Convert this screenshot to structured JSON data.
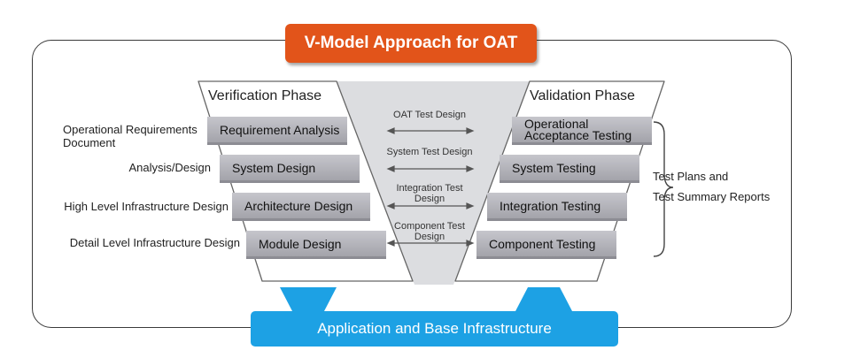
{
  "title": "V-Model Approach for OAT",
  "verification": {
    "title": "Verification Phase",
    "steps": [
      "Requirement Analysis",
      "System Design",
      "Architecture Design",
      "Module Design"
    ],
    "labels": [
      "Operational Requirements Document",
      "Analysis/Design",
      "High Level Infrastructure Design",
      "Detail Level Infrastructure Design"
    ]
  },
  "validation": {
    "title": "Validation Phase",
    "steps": [
      "Operational Acceptance Testing",
      "System Testing",
      "Integration Testing",
      "Component Testing"
    ],
    "brace_label_1": "Test Plans and",
    "brace_label_2": "Test Summary Reports"
  },
  "test_designs": [
    "OAT Test Design",
    "System Test Design",
    "Integration Test Design",
    "Component Test Design"
  ],
  "foundation": "Application and Base Infrastructure",
  "colors": {
    "title_bg": "#e2541a",
    "foundation_bg": "#1da1e4",
    "step_bg": "#b4b4ba",
    "funnel_bg": "#dcdde0"
  }
}
